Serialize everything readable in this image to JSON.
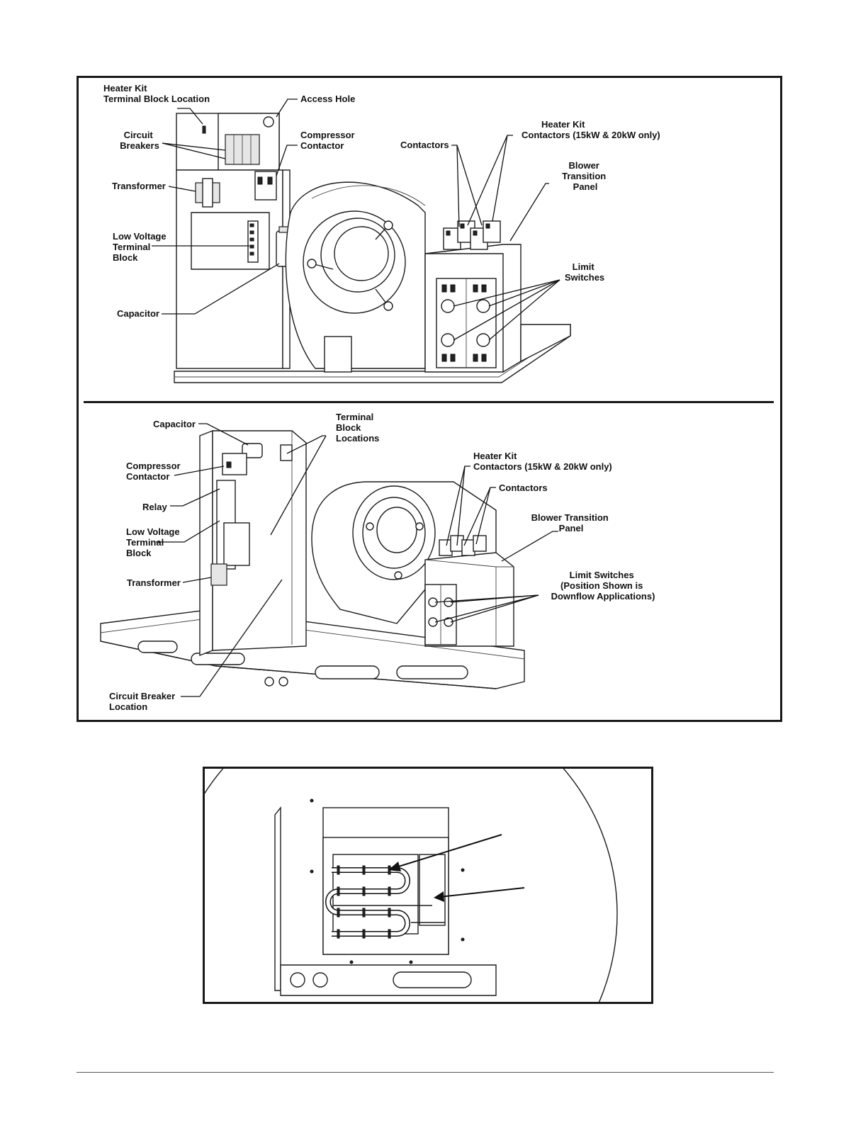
{
  "figure_top": {
    "labels": {
      "heater_kit_tb": [
        "Heater Kit",
        "Terminal Block Location"
      ],
      "access_hole": [
        "Access Hole"
      ],
      "circuit_breakers": [
        "Circuit",
        "Breakers"
      ],
      "compressor_contactor": [
        "Compressor",
        "Contactor"
      ],
      "contactors": [
        "Contactors"
      ],
      "heater_kit_contactors": [
        "Heater Kit",
        "Contactors (15kW & 20kW only)"
      ],
      "blower_transition_panel": [
        "Blower",
        "Transition",
        "Panel"
      ],
      "transformer": [
        "Transformer"
      ],
      "low_voltage_tb": [
        "Low Voltage",
        "Terminal",
        "Block"
      ],
      "limit_switches": [
        "Limit",
        "Switches"
      ],
      "capacitor": [
        "Capacitor"
      ]
    }
  },
  "figure_middle": {
    "labels": {
      "capacitor": [
        "Capacitor"
      ],
      "terminal_block_locations": [
        "Terminal",
        "Block",
        "Locations"
      ],
      "compressor_contactor": [
        "Compressor",
        "Contactor"
      ],
      "heater_kit_contactors": [
        "Heater Kit",
        "Contactors (15kW & 20kW only)"
      ],
      "contactors": [
        "Contactors"
      ],
      "relay": [
        "Relay"
      ],
      "blower_transition_panel": [
        "Blower Transition",
        "Panel"
      ],
      "low_voltage_tb": [
        "Low Voltage",
        "Terminal",
        "Block"
      ],
      "limit_switches": [
        "Limit Switches",
        "(Position Shown is",
        "Downflow Applications)"
      ],
      "transformer": [
        "Transformer"
      ],
      "circuit_breaker_location": [
        "Circuit Breaker",
        "Location"
      ]
    }
  },
  "colors": {
    "ink": "#111111",
    "paper": "#ffffff",
    "shade": "#e6e6e6"
  }
}
